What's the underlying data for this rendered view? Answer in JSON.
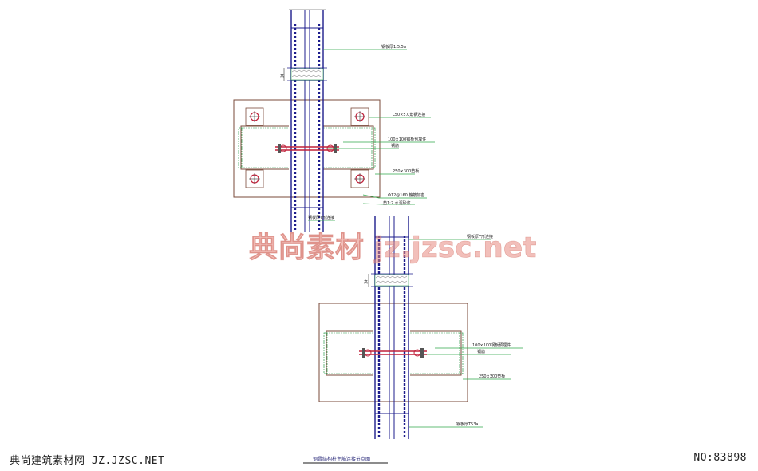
{
  "drawing": {
    "title": "钢骨结构柱主筋连接节点图",
    "upper_side_label": "高",
    "lower_side_label": "高",
    "callouts_upper": [
      "钢板厚1:5.5a",
      "L50×5.0角钢连接",
      "100×100钢板预埋件",
      "钢筋",
      "250×300垫板",
      "Φ12@160 箍筋加密",
      "垫1:2 水泥砂浆",
      "钢板厚T形连接"
    ],
    "callouts_lower": [
      "钢板厚T形连接",
      "100×100钢板预埋件",
      "钢筋",
      "250×300垫板",
      "钢板厚T53a"
    ]
  },
  "watermark": {
    "text": "典尚素材  jz.jzsc.net"
  },
  "footer": {
    "site": "典尚建筑素材网 JZ.JZSC.NET",
    "number": "NO:83898"
  },
  "colors": {
    "frame": "#7a4a3a",
    "column": "#1c1c8c",
    "leader": "#2fa84a",
    "bolt": "#c0203a",
    "plate": "#2e9e4e"
  }
}
